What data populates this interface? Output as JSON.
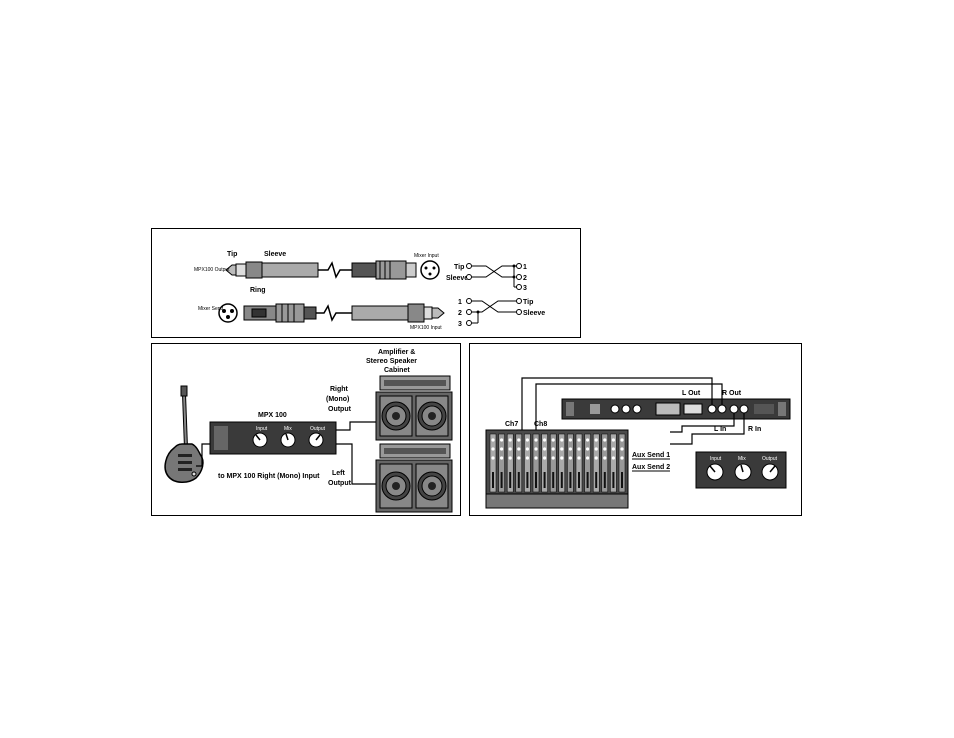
{
  "cables": {
    "tip": "Tip",
    "sleeve": "Sleeve",
    "ring": "Ring",
    "mpx_output": "MPX100 Output",
    "mixer_input": "Mixer Input",
    "mixer_send": "Mixer Send",
    "mpx_input": "MPX100 Input",
    "schematic_top": {
      "tip": "Tip",
      "sleeve": "Sleeve",
      "pins": [
        "1",
        "2",
        "3"
      ]
    },
    "schematic_bottom": {
      "pins": [
        "1",
        "2",
        "3"
      ],
      "tip": "Tip",
      "sleeve": "Sleeve"
    }
  },
  "guitar_setup": {
    "device": "MPX 100",
    "knobs": [
      "Input",
      "Mix",
      "Output"
    ],
    "amp_label_1": "Amplifier &",
    "amp_label_2": "Stereo Speaker",
    "amp_label_3": "Cabinet",
    "right_1": "Right",
    "right_2": "(Mono)",
    "right_3": "Output",
    "left_1": "Left",
    "left_2": "Output",
    "input_label": "to MPX 100 Right (Mono) Input"
  },
  "mixer_setup": {
    "l_out": "L Out",
    "r_out": "R Out",
    "l_in": "L In",
    "r_in": "R In",
    "ch7": "Ch7",
    "ch8": "Ch8",
    "aux1": "Aux Send 1",
    "aux2": "Aux Send 2",
    "knobs": [
      "Input",
      "Mix",
      "Output"
    ]
  }
}
